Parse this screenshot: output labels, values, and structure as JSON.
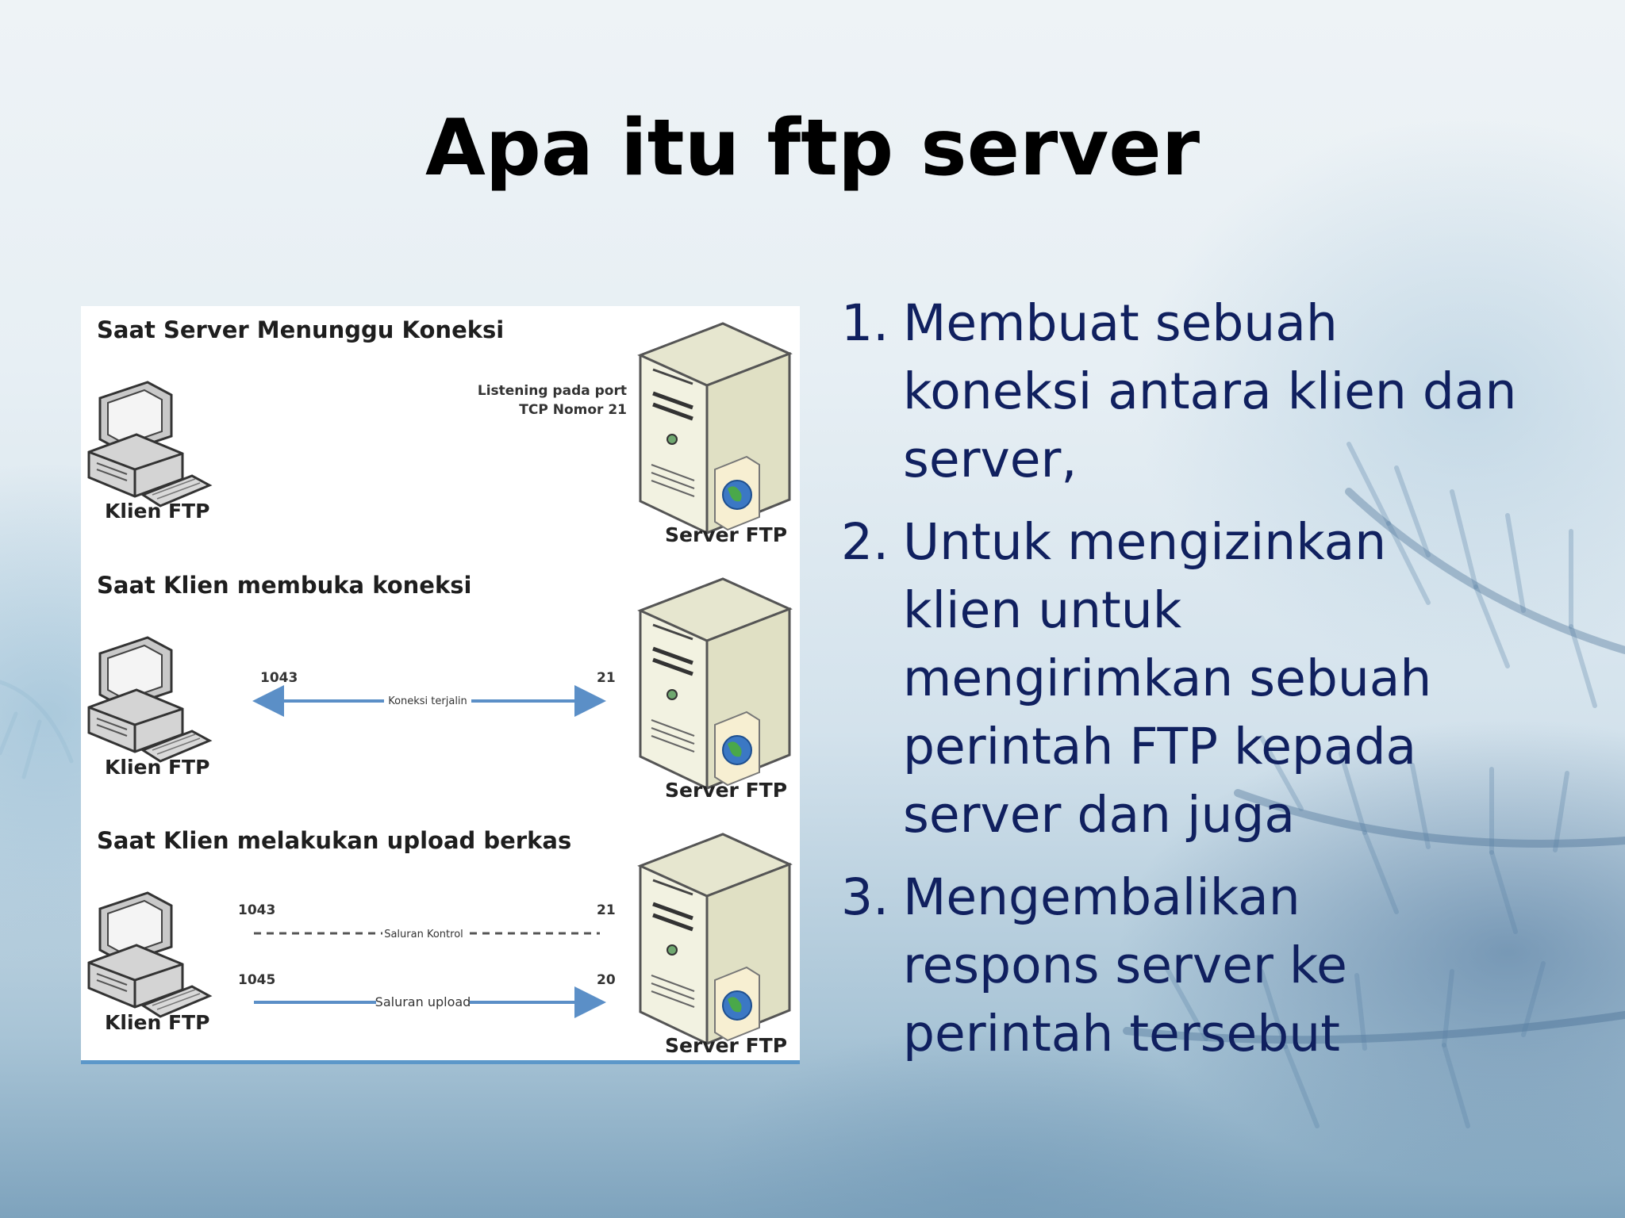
{
  "slide": {
    "title": "Apa itu ftp server"
  },
  "diagram": {
    "sections": [
      {
        "title": "Saat Server Menunggu Koneksi",
        "client_label": "Klien FTP",
        "server_label": "Server FTP",
        "note_lines": [
          "Listening pada port",
          "TCP Nomor 21"
        ]
      },
      {
        "title": "Saat Klien membuka koneksi",
        "client_label": "Klien FTP",
        "server_label": "Server FTP",
        "connection": {
          "client_port": "1043",
          "server_port": "21",
          "label": "Koneksi terjalin"
        }
      },
      {
        "title": "Saat Klien melakukan upload berkas",
        "client_label": "Klien FTP",
        "server_label": "Server FTP",
        "control": {
          "client_port": "1043",
          "server_port": "21",
          "label": "Saluran Kontrol"
        },
        "upload": {
          "client_port": "1045",
          "server_port": "20",
          "label": "Saluran upload"
        }
      }
    ]
  },
  "points": [
    {
      "number": "1.",
      "lines": [
        "Membuat sebuah",
        "koneksi antara klien dan",
        "server,"
      ]
    },
    {
      "number": "2.",
      "lines": [
        "Untuk mengizinkan",
        "klien untuk",
        "mengirimkan sebuah",
        "perintah FTP kepada",
        "server dan juga"
      ]
    },
    {
      "number": "3.",
      "lines": [
        "Mengembalikan",
        "respons server ke",
        "perintah tersebut"
      ]
    }
  ],
  "colors": {
    "title": "#000000",
    "list_text": "#10205f",
    "arrow": "#5b8fc7",
    "panel_border": "#5c97c9"
  },
  "icons": [
    "desktop-computer-icon",
    "server-tower-icon",
    "globe-icon"
  ]
}
